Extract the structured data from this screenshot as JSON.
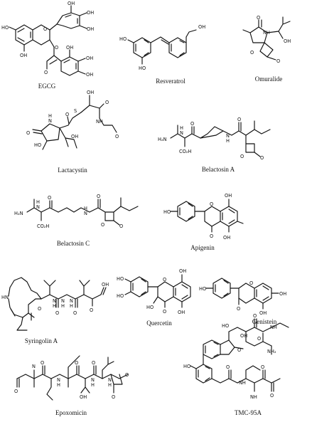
{
  "figure": {
    "compounds": [
      {
        "id": "egcg",
        "name": "EGCG"
      },
      {
        "id": "resveratrol",
        "name": "Resveratrol"
      },
      {
        "id": "omuralide",
        "name": "Omuralide"
      },
      {
        "id": "lactacystin",
        "name": "Lactacystin"
      },
      {
        "id": "belactosin-a",
        "name": "Belactosin A"
      },
      {
        "id": "belactosin-c",
        "name": "Belactosin C"
      },
      {
        "id": "apigenin",
        "name": "Apigenin"
      },
      {
        "id": "quercetin",
        "name": "Quercetin"
      },
      {
        "id": "genistein",
        "name": "Genistein"
      },
      {
        "id": "syringolin-a",
        "name": "Syringolin A"
      },
      {
        "id": "epoxomicin",
        "name": "Epoxomicin"
      },
      {
        "id": "tmc-95a",
        "name": "TMC-95A"
      }
    ]
  },
  "atom_labels": {
    "oh": "OH",
    "ho": "HO",
    "o": "O",
    "n": "N",
    "h": "H",
    "nh": "NH",
    "hn": "HN",
    "s": "S",
    "h2n": "H₂N",
    "nh2": "NH₂",
    "co2h": "CO₂H"
  }
}
